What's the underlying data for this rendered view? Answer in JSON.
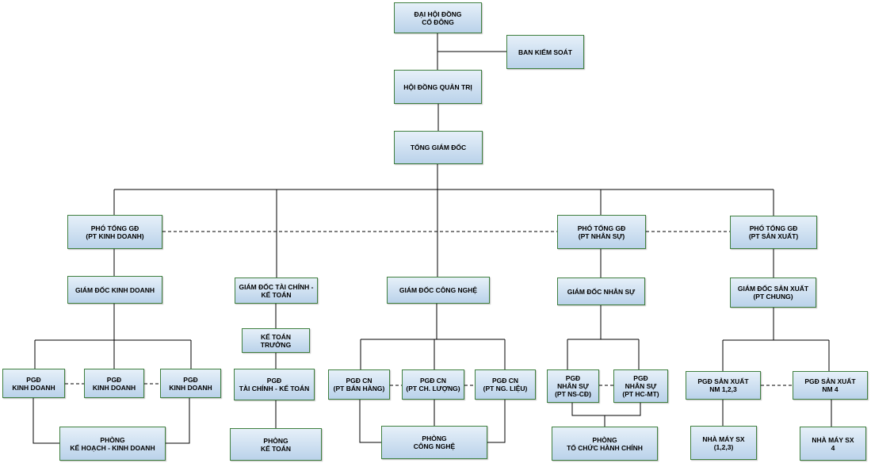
{
  "nodes": {
    "dhdcd": {
      "l1": "ĐẠI HỘI ĐỒNG",
      "l2": "CỔ ĐÔNG"
    },
    "bks": {
      "l1": "BAN KIỂM SOÁT"
    },
    "hdqt": {
      "l1": "HỘI ĐỒNG QUẢN TRỊ"
    },
    "tgd": {
      "l1": "TỔNG GIÁM ĐỐC"
    },
    "ptgd_kd": {
      "l1": "PHÓ TỔNG GĐ",
      "l2": "(PT KINH DOANH)"
    },
    "ptgd_ns": {
      "l1": "PHÓ TỔNG GĐ",
      "l2": "(PT NHÂN SỰ)"
    },
    "ptgd_sx": {
      "l1": "PHÓ TỔNG GĐ",
      "l2": "(PT SẢN XUẤT)"
    },
    "gd_kd": {
      "l1": "GIÁM ĐỐC KINH DOANH"
    },
    "gd_tc": {
      "l1": "GIÁM ĐỐC TÀI CHÍNH -",
      "l2": "KẾ TOÁN"
    },
    "gd_cn": {
      "l1": "GIÁM ĐỐC CÔNG NGHỆ"
    },
    "gd_ns": {
      "l1": "GIÁM ĐỐC NHÂN SỰ"
    },
    "gd_sx": {
      "l1": "GIÁM ĐỐC SẢN XUẤT",
      "l2": "(PT CHUNG)"
    },
    "ktt": {
      "l1": "KẾ TOÁN",
      "l2": "TRƯỞNG"
    },
    "pgd_kd1": {
      "l1": "PGĐ",
      "l2": "KINH DOANH"
    },
    "pgd_kd2": {
      "l1": "PGĐ",
      "l2": "KINH DOANH"
    },
    "pgd_kd3": {
      "l1": "PGĐ",
      "l2": "KINH DOANH"
    },
    "pgd_tc": {
      "l1": "PGĐ",
      "l2": "TÀI CHÍNH - KẾ TOÁN"
    },
    "pgd_cn1": {
      "l1": "PGĐ CN",
      "l2": "(PT BÁN HÀNG)"
    },
    "pgd_cn2": {
      "l1": "PGĐ CN",
      "l2": "(PT CH. LƯỢNG)"
    },
    "pgd_cn3": {
      "l1": "PGĐ CN",
      "l2": "(PT NG. LIỆU)"
    },
    "pgd_ns1": {
      "l1": "PGĐ",
      "l2": "NHÂN SỰ",
      "l3": "(PT NS-CĐ)"
    },
    "pgd_ns2": {
      "l1": "PGĐ",
      "l2": "NHÂN SỰ",
      "l3": "(PT HC-MT)"
    },
    "pgd_sx1": {
      "l1": "PGĐ SẢN XUẤT",
      "l2": "NM 1,2,3"
    },
    "pgd_sx2": {
      "l1": "PGĐ SẢN XUẤT",
      "l2": "NM 4"
    },
    "p_khkd": {
      "l1": "PHÒNG",
      "l2": "KẾ HOẠCH - KINH DOANH"
    },
    "p_kt": {
      "l1": "PHÒNG",
      "l2": "KẾ TOÁN"
    },
    "p_cn": {
      "l1": "PHÒNG",
      "l2": "CÔNG NGHỆ"
    },
    "p_tchc": {
      "l1": "PHÒNG",
      "l2": "TỔ CHỨC HÀNH CHÍNH"
    },
    "nm_123": {
      "l1": "NHÀ MÁY SX",
      "l2": "(1,2,3)"
    },
    "nm_4": {
      "l1": "NHÀ MÁY SX",
      "l2": "4"
    }
  },
  "colors": {
    "box_top": "#e6f0f9",
    "box_bottom": "#bad2ea",
    "box_border": "#3f7f3f",
    "connector": "#000000"
  }
}
